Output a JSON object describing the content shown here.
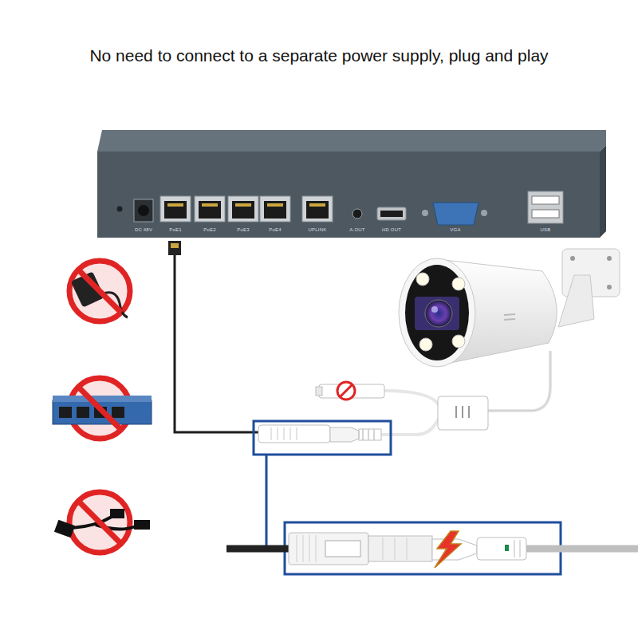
{
  "diagram": {
    "title": "No need to connect to a separate power supply, plug and play",
    "labels": [
      "DC 48V",
      "PoE1",
      "PoE2",
      "PoE3",
      "PoE4",
      "UPLINK",
      "A.OUT",
      "HD OUT",
      "VGA",
      "USB"
    ]
  }
}
